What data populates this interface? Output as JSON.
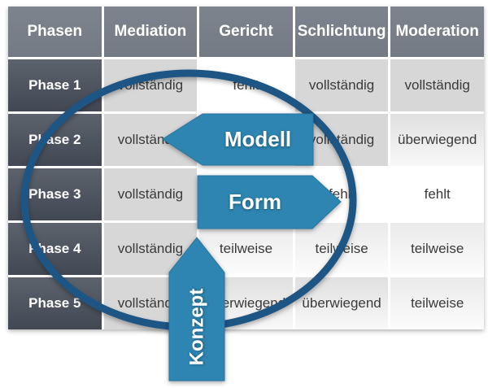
{
  "palette": {
    "header_bg": "#7a808a",
    "phase_bg": "#4c525c",
    "cell_full_bg": "#d7d7d7",
    "cell_empty_bg": "#ffffff",
    "arrow_blue": "#2e85b1",
    "ellipse_blue": "#1d5585",
    "cell_text": "#3a3a3a"
  },
  "table": {
    "headers": [
      "Phasen",
      "Mediation",
      "Gericht",
      "Schlichtung",
      "Moderation"
    ],
    "rows": [
      {
        "label": "Phase 1",
        "cells": [
          {
            "text": "vollständig",
            "shade": "full"
          },
          {
            "text": "fehlt",
            "shade": "none"
          },
          {
            "text": "vollständig",
            "shade": "full"
          },
          {
            "text": "vollständig",
            "shade": "full"
          }
        ]
      },
      {
        "label": "Phase 2",
        "cells": [
          {
            "text": "vollständig",
            "shade": "full"
          },
          {
            "text": "",
            "shade": "none"
          },
          {
            "text": "vollständig",
            "shade": "full"
          },
          {
            "text": "überwiegend",
            "shade": "most"
          }
        ]
      },
      {
        "label": "Phase 3",
        "cells": [
          {
            "text": "vollständig",
            "shade": "full"
          },
          {
            "text": "",
            "shade": "none"
          },
          {
            "text": "fehlt",
            "shade": "none"
          },
          {
            "text": "fehlt",
            "shade": "none"
          }
        ]
      },
      {
        "label": "Phase 4",
        "cells": [
          {
            "text": "vollständig",
            "shade": "full"
          },
          {
            "text": "teilweise",
            "shade": "part"
          },
          {
            "text": "teilweise",
            "shade": "part"
          },
          {
            "text": "teilweise",
            "shade": "part"
          }
        ]
      },
      {
        "label": "Phase 5",
        "cells": [
          {
            "text": "vollständig",
            "shade": "full"
          },
          {
            "text": "überwiegend",
            "shade": "most"
          },
          {
            "text": "überwiegend",
            "shade": "most"
          },
          {
            "text": "teilweise",
            "shade": "part"
          }
        ]
      }
    ]
  },
  "annotations": {
    "modell_label": "Modell",
    "form_label": "Form",
    "konzept_label": "Konzept"
  }
}
